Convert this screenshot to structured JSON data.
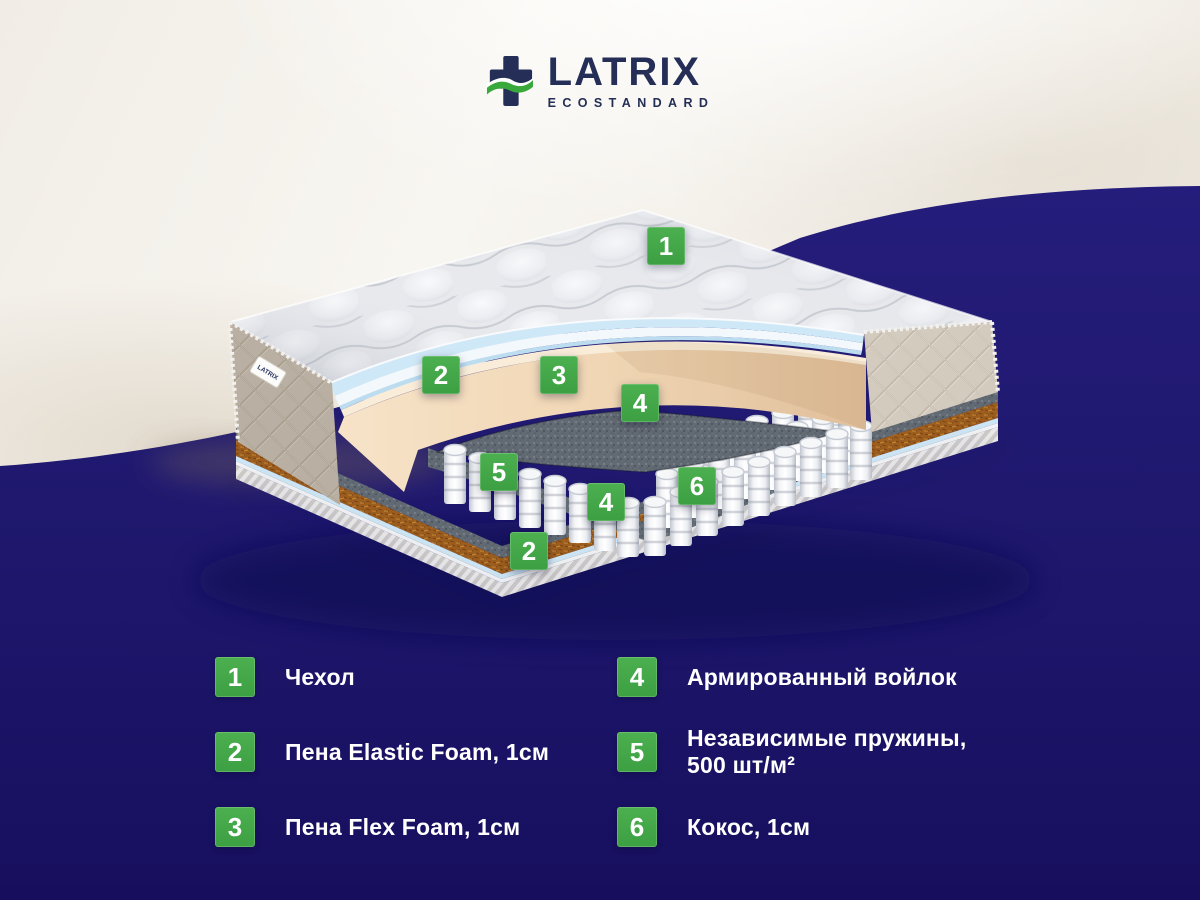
{
  "logo": {
    "brand": "LATRIX",
    "tagline": "ECOSTANDARD"
  },
  "mattress": {
    "side_tag": "LATRIX"
  },
  "diagram": {
    "badges": [
      {
        "n": "1"
      },
      {
        "n": "2"
      },
      {
        "n": "3"
      },
      {
        "n": "4"
      },
      {
        "n": "5"
      },
      {
        "n": "4"
      },
      {
        "n": "6"
      },
      {
        "n": "2"
      }
    ]
  },
  "legend": {
    "items": [
      {
        "num": "1",
        "lines": [
          "Чехол"
        ]
      },
      {
        "num": "2",
        "lines": [
          "Пена Elastic Foam, 1см"
        ]
      },
      {
        "num": "3",
        "lines": [
          "Пена Flex Foam, 1см"
        ]
      },
      {
        "num": "4",
        "lines": [
          "Армированный войлок"
        ]
      },
      {
        "num": "5",
        "lines": [
          "Независимые пружины,",
          "500 шт/м²"
        ]
      },
      {
        "num": "6",
        "lines": [
          "Кокос, 1см"
        ]
      }
    ]
  },
  "colors": {
    "navy": "#1f186e",
    "accent_green": "#3fa546",
    "logo_navy": "#242e57",
    "logo_green": "#3aa93c"
  }
}
